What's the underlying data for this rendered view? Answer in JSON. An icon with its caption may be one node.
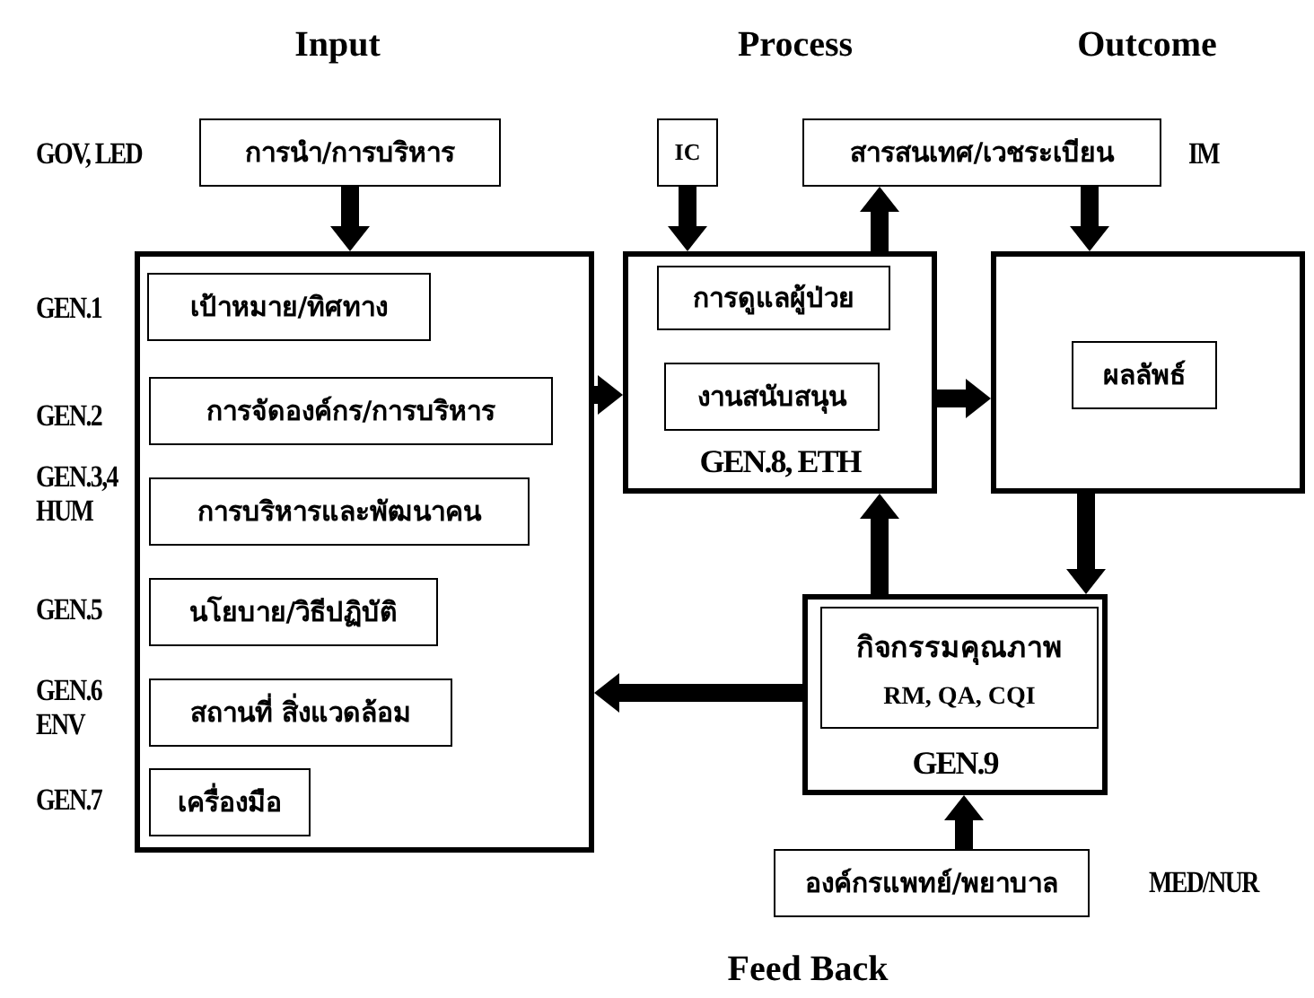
{
  "diagram": {
    "nodes": [
      {
        "text": [
          "การนำ/การบริหาร"
        ],
        "beside": [
          "GOV, LED"
        ]
      },
      {
        "text": [],
        "shape": "box"
      },
      {
        "text": [
          "เป้าหมาย/ทิศทาง"
        ],
        "in": 1,
        "beside": [
          "GEN.1"
        ]
      },
      {
        "text": [
          "การจัดองค์กร/การบริหาร"
        ],
        "in": 1,
        "beside": [
          "GEN.2"
        ]
      },
      {
        "text": [
          "การบริหารและพัฒนาคน"
        ],
        "in": 1,
        "beside": [
          "GEN.3,4 HUM"
        ]
      },
      {
        "text": [
          "นโยบาย/วิธีปฏิบัติ"
        ],
        "in": 1,
        "beside": [
          "GEN.5"
        ]
      },
      {
        "text": [
          "สถานที่ สิ่งแวดล้อม"
        ],
        "in": 1,
        "beside": [
          "GEN.6 ENV"
        ]
      },
      {
        "text": [
          "เครื่องมือ"
        ],
        "in": 1,
        "beside": [
          "GEN.7"
        ]
      },
      {
        "text": [
          "IC"
        ]
      },
      {
        "text": [
          "สารสนเทศ/เวชระเบียน"
        ],
        "beside": [
          "IM"
        ]
      },
      {
        "text": [
          "GEN.8, ETH"
        ]
      },
      {
        "text": [
          "การดูแลผู้ป่วย"
        ],
        "in": 10
      },
      {
        "text": [
          "งานสนับสนุน"
        ],
        "in": 10
      },
      {
        "text": [],
        "shape": "box"
      },
      {
        "text": [
          "ผลลัพธ์"
        ],
        "in": 13
      },
      {
        "text": [
          "GEN.9"
        ]
      },
      {
        "text": [
          "กิจกรรมคุณภาพ",
          "RM, QA, CQI"
        ],
        "in": 15
      },
      {
        "text": [
          "องค์กรแพทย์/พยาบาล"
        ],
        "beside": [
          "MED/NUR"
        ]
      }
    ],
    "edges": [
      {
        "from": 0,
        "to": 1,
        "arrow": "to"
      },
      {
        "from": 1,
        "to": 10,
        "arrow": "to"
      },
      {
        "from": 8,
        "to": 10,
        "arrow": "to"
      },
      {
        "from": 10,
        "to": 9,
        "arrow": "to"
      },
      {
        "from": 9,
        "to": 13,
        "arrow": "to"
      },
      {
        "from": 10,
        "to": 13,
        "arrow": "to"
      },
      {
        "from": 13,
        "to": 15,
        "arrow": "to"
      },
      {
        "from": 15,
        "to": 10,
        "arrow": "to"
      },
      {
        "from": 15,
        "to": 1,
        "arrow": "to"
      },
      {
        "from": 17,
        "to": 15,
        "arrow": "to"
      }
    ],
    "labels": [
      "Input",
      "Process",
      "Outcome",
      "Feed Back"
    ]
  }
}
